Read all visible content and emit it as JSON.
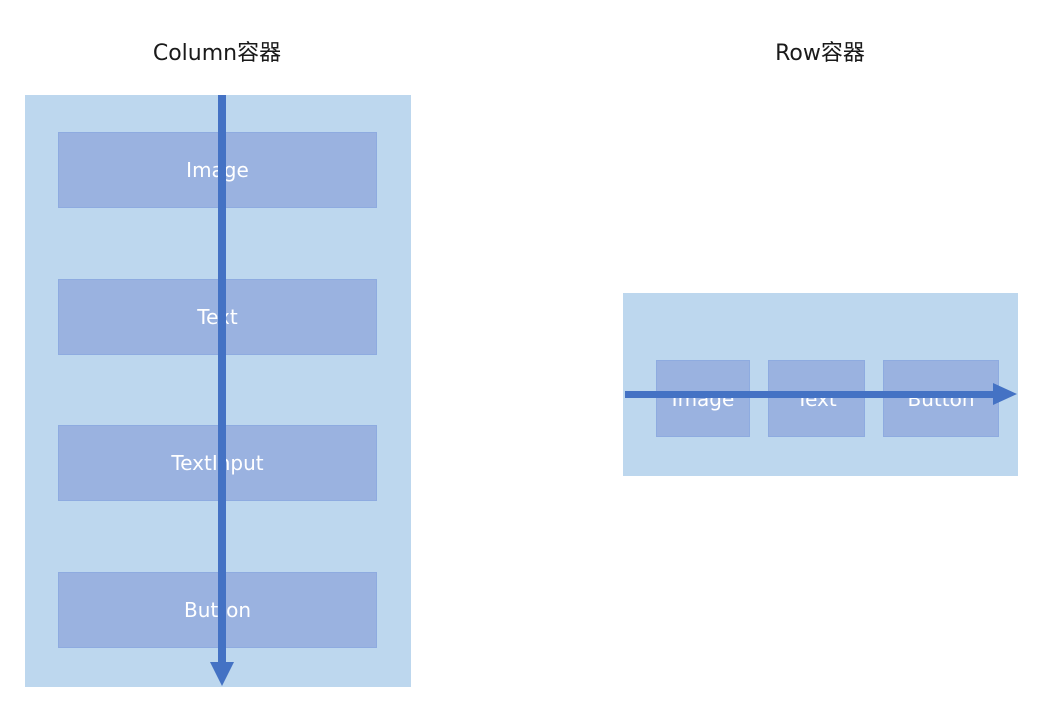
{
  "column_diagram": {
    "title": "Column容器",
    "items": [
      {
        "label": "Image"
      },
      {
        "label": "Text"
      },
      {
        "label": "TextInput"
      },
      {
        "label": "Button"
      }
    ]
  },
  "row_diagram": {
    "title": "Row容器",
    "items": [
      {
        "label": "Image"
      },
      {
        "label": "Text"
      },
      {
        "label": "Button"
      }
    ]
  },
  "colors": {
    "container": "#bdd7ee",
    "item": "#9ab2e0",
    "arrow": "#4472c4",
    "item_text": "#ffffff"
  }
}
